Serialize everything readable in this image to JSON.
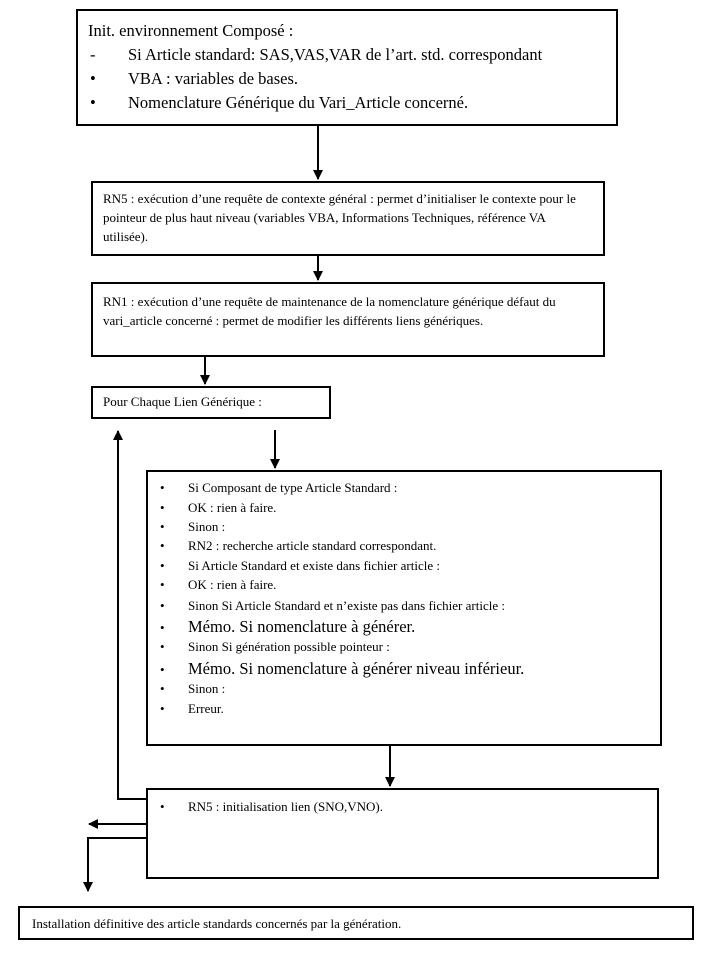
{
  "box_init": {
    "title": "Init. environnement Composé :",
    "items": [
      {
        "marker": "-",
        "text": "Si Article standard: SAS,VAS,VAR de l’art. std. correspondant"
      },
      {
        "marker": "•",
        "text": "VBA : variables de bases."
      },
      {
        "marker": "•",
        "text": "Nomenclature Générique du Vari_Article concerné."
      }
    ]
  },
  "box_rn5_context": {
    "text": "RN5 : exécution d’une requête de contexte général : permet d’initialiser le contexte pour le pointeur de plus haut niveau (variables VBA, Informations Techniques, référence VA utilisée)."
  },
  "box_rn1": {
    "text": "RN1 : exécution d’une requête de maintenance de la nomenclature générique défaut du vari_article concerné : permet de modifier les différents liens génériques."
  },
  "box_loop": {
    "text": "Pour Chaque Lien Générique :"
  },
  "box_conditions": {
    "bullet": "•",
    "items": [
      {
        "text": "Si Composant de type Article Standard :",
        "large": false
      },
      {
        "text": "OK : rien à faire.",
        "large": false
      },
      {
        "text": "Sinon :",
        "large": false
      },
      {
        "text": "RN2 : recherche article standard correspondant.",
        "large": false
      },
      {
        "text": "Si Article Standard et existe dans fichier article :",
        "large": false
      },
      {
        "text": "OK : rien à faire.",
        "large": false
      },
      {
        "text": "Sinon Si Article Standard et n’existe pas dans fichier article :",
        "large": false
      },
      {
        "text": "Mémo. Si nomenclature à générer.",
        "large": true
      },
      {
        "text": "Sinon Si génération possible pointeur :",
        "large": false
      },
      {
        "text": "Mémo. Si nomenclature à générer niveau inférieur.",
        "large": true
      },
      {
        "text": "Sinon :",
        "large": false
      },
      {
        "text": "Erreur.",
        "large": false
      }
    ]
  },
  "box_rn5_init": {
    "bullet": "•",
    "text": "RN5 : initialisation lien (SNO,VNO)."
  },
  "box_install": {
    "text": "Installation définitive des article standards concernés par la génération."
  }
}
